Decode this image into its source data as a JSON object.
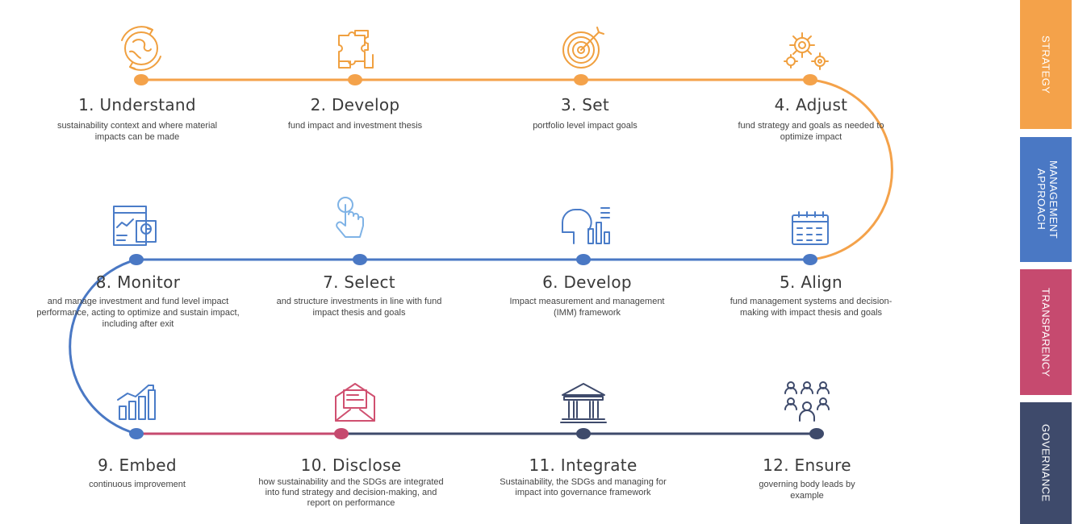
{
  "colors": {
    "strategy": "#f4a24a",
    "management": "#4a78c4",
    "transparency": "#c64a6f",
    "governance": "#3e4a6b",
    "icon_orange": "#f0a040",
    "icon_blue": "#4a7cc8",
    "icon_red": "#d05070"
  },
  "steps": [
    {
      "title": "1. Understand",
      "desc": "sustainability context and where material impacts can be made",
      "icon": "globe-recycle-icon"
    },
    {
      "title": "2. Develop",
      "desc": "fund impact and investment thesis",
      "icon": "puzzle-icon"
    },
    {
      "title": "3. Set",
      "desc": "portfolio level impact goals",
      "icon": "target-icon"
    },
    {
      "title": "4. Adjust",
      "desc": "fund strategy and goals as needed to optimize impact",
      "icon": "gears-icon"
    },
    {
      "title": "5. Align",
      "desc": "fund management systems and decision-making with impact thesis and goals",
      "icon": "calendar-icon"
    },
    {
      "title": "6. Develop",
      "desc": "Impact measurement and management (IMM) framework",
      "icon": "analytics-icon"
    },
    {
      "title": "7. Select",
      "desc": "and structure investments in line with fund impact thesis and goals",
      "icon": "touch-icon"
    },
    {
      "title": "8. Monitor",
      "desc": "and manage investment and fund level impact performance, acting to optimize and sustain impact, including after exit",
      "icon": "dashboard-icon"
    },
    {
      "title": "9. Embed",
      "desc": "continuous improvement",
      "icon": "growth-chart-icon"
    },
    {
      "title": "10. Disclose",
      "desc": "how sustainability and the SDGs are integrated into fund strategy and decision-making, and report on performance",
      "icon": "envelope-icon"
    },
    {
      "title": "11. Integrate",
      "desc": "Sustainability, the SDGs and managing for impact into governance framework",
      "icon": "institution-icon"
    },
    {
      "title": "12. Ensure",
      "desc": "governing body leads by example",
      "icon": "people-group-icon"
    }
  ],
  "sidebar": {
    "strategy": "STRATEGY",
    "management": "MANAGEMENT APPROACH",
    "transparency": "TRANSPARENCY",
    "governance": "GOVERNANCE"
  }
}
